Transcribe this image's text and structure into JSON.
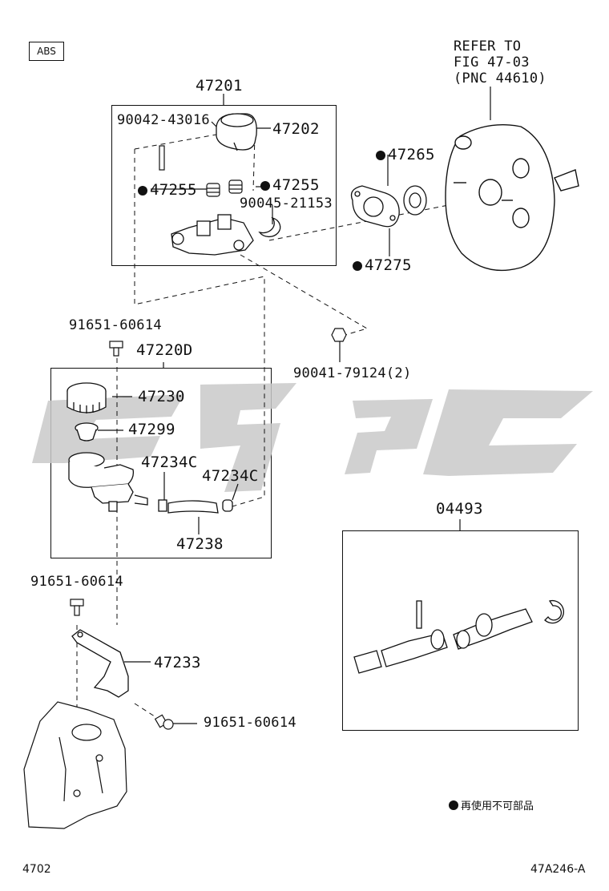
{
  "header": {
    "abs_tag": "ABS",
    "refer_line1": "REFER TO",
    "refer_line2": "FIG 47-03",
    "refer_line3": "(PNC 44610)"
  },
  "parts": {
    "p47201": "47201",
    "p90042": "90042-43016",
    "p47202": "47202",
    "p47255_left": "47255",
    "p47255_right": "47255",
    "p90045": "90045-21153",
    "p47265": "47265",
    "p47275": "47275",
    "p91651_top": "91651-60614",
    "p47220D": "47220D",
    "p90041": "90041-79124(2)",
    "p47230": "47230",
    "p47299": "47299",
    "p47234C_left": "47234C",
    "p47234C_right": "47234C",
    "p47238": "47238",
    "p04493": "04493",
    "p91651_mid": "91651-60614",
    "p47233": "47233",
    "p91651_bottom": "91651-60614"
  },
  "legend": {
    "non_reusable_note": "再使用不可部品"
  },
  "footer": {
    "page_code": "4702",
    "figure_code": "47A246-A"
  }
}
